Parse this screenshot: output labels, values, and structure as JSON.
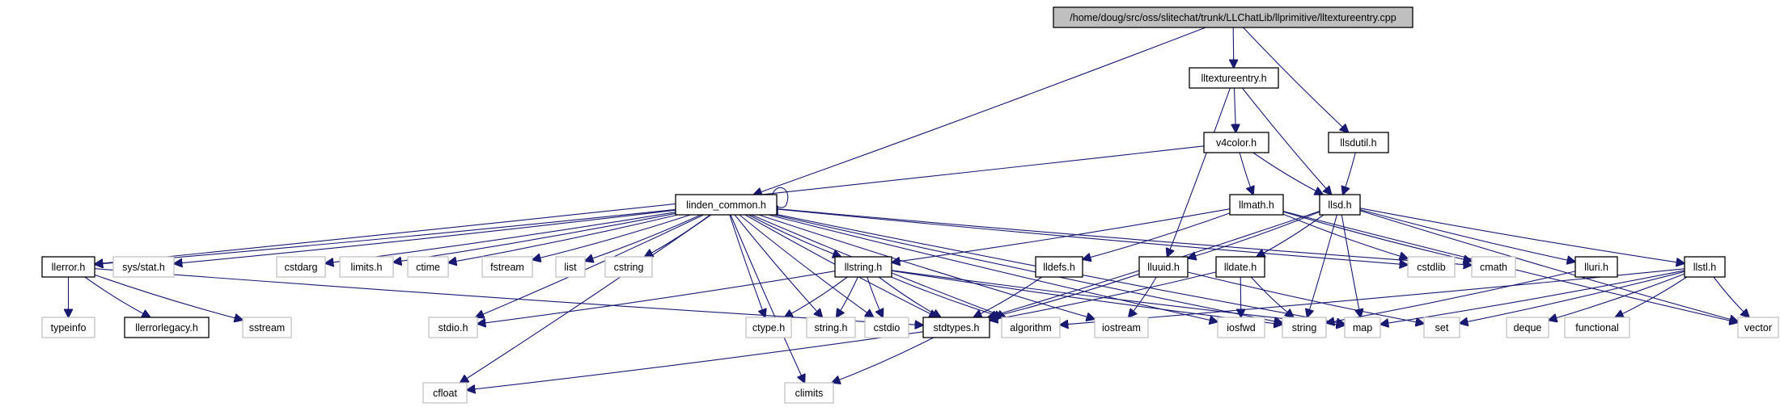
{
  "colors": {
    "edge": "#191970",
    "root_fill": "#bfbfbf",
    "box_border": "#000000",
    "ext_border": "#bfbfbf"
  },
  "nodes": {
    "root": "/home/doug/src/oss/slitechat/trunk/LLChatLib/llprimitive/lltextureentry.cpp",
    "lltextureentry_h": "lltextureentry.h",
    "llsdutil_h": "llsdutil.h",
    "v4color_h": "v4color.h",
    "llsd_h": "llsd.h",
    "linden_common_h": "linden_common.h",
    "llmath_h": "llmath.h",
    "llerror_h": "llerror.h",
    "sys_stat_h": "sys/stat.h",
    "cstdarg": "cstdarg",
    "limits_h": "limits.h",
    "ctime": "ctime",
    "fstream": "fstream",
    "list": "list",
    "cstring": "cstring",
    "llstring_h": "llstring.h",
    "lldefs_h": "lldefs.h",
    "lluuid_h": "lluuid.h",
    "lldate_h": "lldate.h",
    "cstdlib": "cstdlib",
    "cmath": "cmath",
    "lluri_h": "lluri.h",
    "llstl_h": "llstl.h",
    "typeinfo": "typeinfo",
    "llerrorlegacy_h": "llerrorlegacy.h",
    "sstream": "sstream",
    "stdio_h": "stdio.h",
    "ctype_h": "ctype.h",
    "string_h": "string.h",
    "cstdio": "cstdio",
    "stdtypes_h": "stdtypes.h",
    "algorithm": "algorithm",
    "iostream": "iostream",
    "iosfwd": "iosfwd",
    "string": "string",
    "map": "map",
    "set": "set",
    "deque": "deque",
    "functional": "functional",
    "vector": "vector",
    "cfloat": "cfloat",
    "climits": "climits"
  }
}
